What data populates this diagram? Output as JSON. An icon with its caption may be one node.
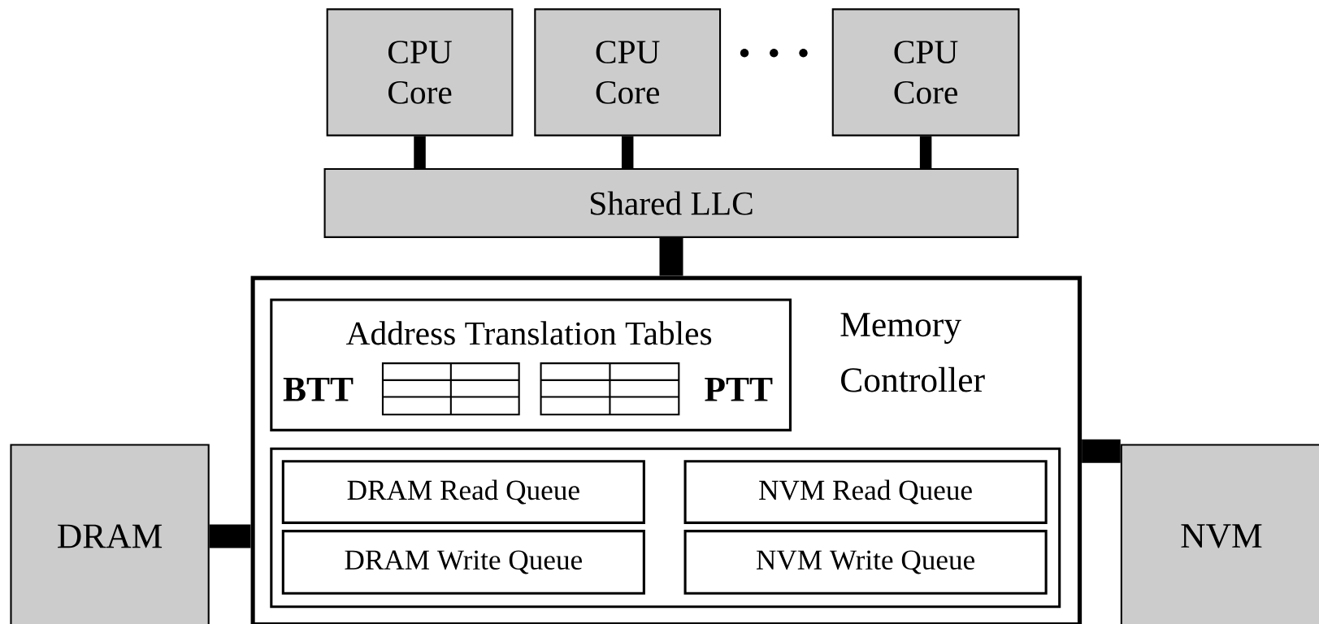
{
  "diagram": {
    "nodes": [
      {
        "text": [
          "CPU Core"
        ]
      },
      {
        "text": [
          "CPU Core"
        ]
      },
      {
        "text": [
          "CPU Core"
        ]
      },
      {
        "text": [
          "Shared LLC"
        ]
      },
      {
        "text": [
          "Memory Controller"
        ]
      },
      {
        "text": [
          "Address Translation Tables",
          "BTT",
          "PTT"
        ],
        "in": 4
      },
      {
        "text": [],
        "shape": "box",
        "in": 4
      },
      {
        "text": [
          "DRAM Read Queue"
        ],
        "in": 6
      },
      {
        "text": [
          "DRAM Write Queue"
        ],
        "in": 6
      },
      {
        "text": [
          "NVM Read Queue"
        ],
        "in": 6
      },
      {
        "text": [
          "NVM Write Queue"
        ],
        "in": 6
      },
      {
        "text": [
          "DRAM"
        ]
      },
      {
        "text": [
          "NVM"
        ]
      }
    ],
    "edges": [
      {
        "from": 0,
        "to": 3,
        "arrow": "none"
      },
      {
        "from": 1,
        "to": 3,
        "arrow": "none"
      },
      {
        "from": 2,
        "to": 3,
        "arrow": "none"
      },
      {
        "from": 3,
        "to": 4,
        "arrow": "none",
        "style": "thick"
      },
      {
        "from": 11,
        "to": 4,
        "arrow": "none",
        "style": "thick"
      },
      {
        "from": 4,
        "to": 12,
        "arrow": "none",
        "style": "thick"
      }
    ]
  }
}
